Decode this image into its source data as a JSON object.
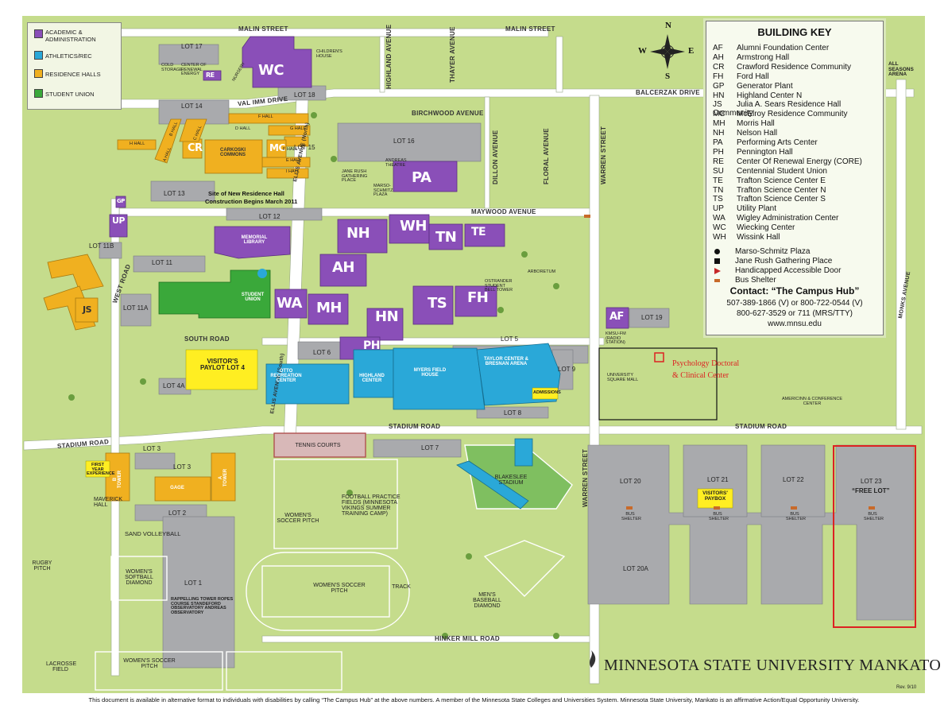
{
  "legend": {
    "items": [
      {
        "label": "ACADEMIC &",
        "label2": "ADMINISTRATION",
        "color": "#8a4fb8"
      },
      {
        "label": "ATHLETICS/REC",
        "label2": "",
        "color": "#2aa8d8"
      },
      {
        "label": "RESIDENCE HALLS",
        "label2": "",
        "color": "#f0b020"
      },
      {
        "label": "STUDENT UNION",
        "label2": "",
        "color": "#3aa83a"
      }
    ]
  },
  "compass": {
    "n": "N",
    "s": "S",
    "e": "E",
    "w": "W"
  },
  "building_key": {
    "title": "BUILDING KEY",
    "entries": [
      {
        "abbr": "AF",
        "name": "Alumni Foundation Center"
      },
      {
        "abbr": "AH",
        "name": "Armstrong Hall"
      },
      {
        "abbr": "CR",
        "name": "Crawford Residence Community"
      },
      {
        "abbr": "FH",
        "name": "Ford Hall"
      },
      {
        "abbr": "GP",
        "name": "Generator Plant"
      },
      {
        "abbr": "HN",
        "name": "Highland Center N"
      },
      {
        "abbr": "JS",
        "name": "Julia A. Sears Residence Hall Community"
      },
      {
        "abbr": "MC",
        "name": "McElroy Residence Community"
      },
      {
        "abbr": "MH",
        "name": "Morris Hall"
      },
      {
        "abbr": "NH",
        "name": "Nelson Hall"
      },
      {
        "abbr": "PA",
        "name": "Performing Arts Center"
      },
      {
        "abbr": "PH",
        "name": "Pennington Hall"
      },
      {
        "abbr": "RE",
        "name": "Center Of Renewal Energy (CORE)"
      },
      {
        "abbr": "SU",
        "name": "Centennial Student Union"
      },
      {
        "abbr": "TE",
        "name": "Trafton Science Center E"
      },
      {
        "abbr": "TN",
        "name": "Trafton Science Center N"
      },
      {
        "abbr": "TS",
        "name": "Trafton Science Center S"
      },
      {
        "abbr": "UP",
        "name": "Utility Plant"
      },
      {
        "abbr": "WA",
        "name": "Wigley Administration Center"
      },
      {
        "abbr": "WC",
        "name": "Wiecking Center"
      },
      {
        "abbr": "WH",
        "name": "Wissink Hall"
      }
    ],
    "symbols": [
      {
        "icon": "circle",
        "label": "Marso-Schmitz Plaza"
      },
      {
        "icon": "square",
        "label": "Jane Rush Gathering Place"
      },
      {
        "icon": "arrow",
        "label": "Handicapped Accessible Door"
      },
      {
        "icon": "bus",
        "label": "Bus Shelter"
      }
    ],
    "contact_title": "Contact: “The Campus Hub”",
    "contact_lines": [
      "507-389-1866 (V) or 800-722-0544 (V)",
      "800-627-3529 or 711 (MRS/TTY)",
      "www.mnsu.edu"
    ]
  },
  "roads": {
    "malin_w": "MALIN STREET",
    "malin_e": "MALIN STREET",
    "val_imm": "VAL IMM DRIVE",
    "birchwood": "BIRCHWOOD AVENUE",
    "maywood": "MAYWOOD AVENUE",
    "balcerzak": "BALCERZAK DRIVE",
    "south_road": "SOUTH ROAD",
    "stadium_w": "STADIUM ROAD",
    "stadium_c": "STADIUM ROAD",
    "stadium_e": "STADIUM ROAD",
    "hinker": "HINKER MILL ROAD",
    "highland": "HIGHLAND AVENUE",
    "thayer": "THAYER AVENUE",
    "dillon": "DILLON AVENUE",
    "floral": "FLORAL AVENUE",
    "warren_n": "WARREN STREET",
    "warren_s": "WARREN STREET",
    "ellis_n": "ELLIS AVENUE (North)",
    "ellis_s": "ELLIS AVENUE (South)",
    "west_road": "WEST ROAD",
    "monks": "MONKS AVENUE"
  },
  "lots": {
    "lot17": "LOT 17",
    "lot18": "LOT 18",
    "lot14": "LOT 14",
    "lot15": "LOT 15",
    "lot16": "LOT 16",
    "lot13": "LOT 13",
    "lot12": "LOT 12",
    "lot11b": "LOT 11B",
    "lot11": "LOT 11",
    "lot11a": "LOT 11A",
    "lot6": "LOT 6",
    "lot4a": "LOT 4A",
    "lot5": "LOT 5",
    "lot9": "LOT 9",
    "lot8": "LOT 8",
    "lot19": "LOT 19",
    "lot3a": "LOT 3",
    "lot3b": "LOT 3",
    "lot2": "LOT 2",
    "lot1": "LOT 1",
    "lot7": "LOT 7",
    "lot20": "LOT 20",
    "lot20a": "LOT 20A",
    "lot21": "LOT 21",
    "lot22": "LOT 22",
    "lot23": "LOT 23",
    "free_lot": "“FREE LOT”"
  },
  "buildings": {
    "wc": "WC",
    "re": "RE",
    "cr": "CR",
    "mc": "MC",
    "pa": "PA",
    "gp": "GP",
    "up": "UP",
    "nh": "NH",
    "wh": "WH",
    "tn": "TN",
    "te": "TE",
    "ah": "AH",
    "js": "JS",
    "wa": "WA",
    "mh": "MH",
    "ts": "TS",
    "fh": "FH",
    "hn": "HN",
    "ph": "PH",
    "af": "AF",
    "memorial_library": "MEMORIAL LIBRARY",
    "student_union": "STUDENT UNION",
    "carkoski": "CARKOSKI COMMONS",
    "otto": "OTTO RECREATION CENTER",
    "highland_center": "HIGHLAND CENTER",
    "myers": "MYERS FIELD HOUSE",
    "taylor": "TAYLOR CENTER & BRESNAN ARENA",
    "admissions": "ADMISSIONS",
    "gage": "GAGE",
    "a_tower": "A TOWER",
    "b_tower": "B TOWER",
    "childrens_house": "CHILDREN'S HOUSE",
    "cold_storage": "COLD STORAGE",
    "center_renewal": "CENTER OF RENEWAL ENERGY",
    "nursery": "NURSERY"
  },
  "halls": {
    "f_hall_top": "F HALL",
    "g_hall": "G HALL",
    "e_hall": "E HALL",
    "i_hall": "I HALL",
    "h_hall": "H HALL",
    "a_hall": "A HALL",
    "b_hall": "B HALL",
    "c_hall": "C HALL",
    "d_hall": "D HALL",
    "f_hall_left": "F HALL"
  },
  "places": {
    "site_new_hall_1": "Site of New Residence Hall",
    "site_new_hall_2": "Construction Begins March 2011",
    "jane_rush": "JANE RUSH GATHERING PLACE",
    "marso": "MARSO-SCHMITZ PLAZA",
    "andreas": "ANDREAS THEATRE",
    "arboretum": "ARBORETUM",
    "ostrander": "OSTRANDER STUDENT BELL TOWER",
    "kmsu": "KMSU-FM (RADIO STATION)",
    "usm": "UNIVERSITY SQUARE MALL",
    "americinn": "AMERICINN & CONFERENCE CENTER",
    "all_seasons": "ALL SEASONS ARENA",
    "visitors_paylot": "VISITOR'S PAYLOT LOT 4",
    "visitors_paybox": "VISITORS' PAYBOX",
    "first_year": "FIRST YEAR EXPERIENCE",
    "maverick_hall": "MAVERICK HALL",
    "sand_volleyball": "SAND VOLLEYBALL",
    "rugby": "RUGBY PITCH",
    "softball": "WOMEN'S SOFTBALL DIAMOND",
    "womens_soccer_1": "WOMEN'S SOCCER PITCH",
    "womens_soccer_2": "WOMEN'S SOCCER PITCH",
    "womens_soccer_3": "WOMEN'S SOCCER PITCH",
    "football_practice": "FOOTBALL PRACTICE FIELDS (MINNESOTA VIKINGS SUMMER TRAINING CAMP)",
    "tennis": "TENNIS COURTS",
    "blakeslee": "BLAKESLEE STADIUM",
    "track": "TRACK",
    "baseball": "MEN'S BASEBALL DIAMOND",
    "lacrosse": "LACROSSE FIELD",
    "rappelling": "RAPPELLING TOWER ROPES COURSE STANDEFORD OBSERVATORY ANDREAS OBSERVATORY",
    "bus_shelter": "BUS SHELTER"
  },
  "annotation": {
    "psychology_1": "Psychology Doctoral",
    "psychology_2": "& Clinical Center",
    "color": "#dd2222"
  },
  "logo": "MINNESOTA STATE UNIVERSITY MANKATO",
  "rev": "Rev. 9/10",
  "footer": "This document is available in alternative format to individuals with disabilities by calling “The Campus Hub” at the above numbers. A member of the Minnesota State Colleges and Universities System. Minnesota State University, Mankato is an affirmative Action/Equal Opportunity University."
}
